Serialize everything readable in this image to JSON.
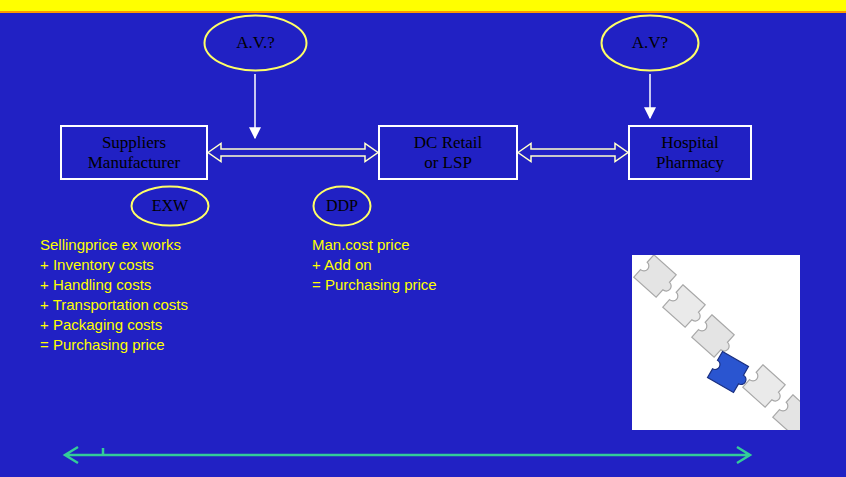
{
  "diagram": {
    "nodes": [
      {
        "text": [
          "A.V.?"
        ]
      },
      {
        "text": [
          "A.V?"
        ]
      },
      {
        "text": [
          "Suppliers Manufacturer"
        ]
      },
      {
        "text": [
          "DC Retail or LSP"
        ]
      },
      {
        "text": [
          "Hospital Pharmacy"
        ]
      },
      {
        "text": [
          "EXW"
        ]
      },
      {
        "text": [
          "DDP"
        ]
      }
    ],
    "edges": [
      {
        "from": 2,
        "to": 3,
        "arrow": "both"
      },
      {
        "from": 3,
        "to": 4,
        "arrow": "both"
      }
    ],
    "labels": [
      "Sellingprice ex works",
      "+ Inventory costs",
      "+ Handling costs",
      "+ Transportation costs",
      "+ Packaging costs",
      "= Purchasing price",
      "Man.cost price",
      "+ Add on",
      "= Purchasing price"
    ]
  }
}
